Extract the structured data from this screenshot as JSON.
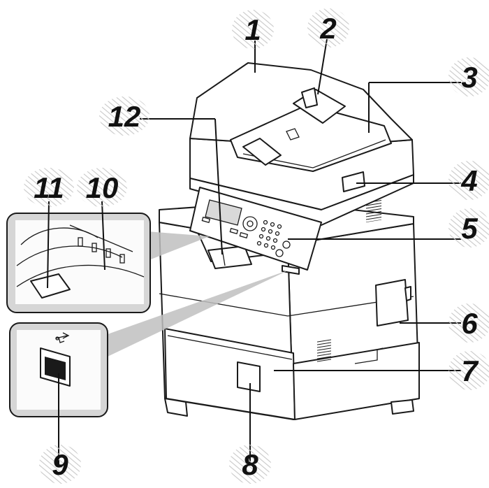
{
  "callouts": [
    {
      "id": "1",
      "label": "1"
    },
    {
      "id": "2",
      "label": "2"
    },
    {
      "id": "3",
      "label": "3"
    },
    {
      "id": "4",
      "label": "4"
    },
    {
      "id": "5",
      "label": "5"
    },
    {
      "id": "6",
      "label": "6"
    },
    {
      "id": "7",
      "label": "7"
    },
    {
      "id": "8",
      "label": "8"
    },
    {
      "id": "9",
      "label": "9"
    },
    {
      "id": "10",
      "label": "10"
    },
    {
      "id": "11",
      "label": "11"
    },
    {
      "id": "12",
      "label": "12"
    }
  ],
  "colors": {
    "outline": "#1a1a1a",
    "callout_hatch": "#c8c8c8",
    "inset_background": "#d6d6d6",
    "beam": "#bfbfbf"
  },
  "icons": [
    "usb-icon",
    "paper-icon"
  ]
}
